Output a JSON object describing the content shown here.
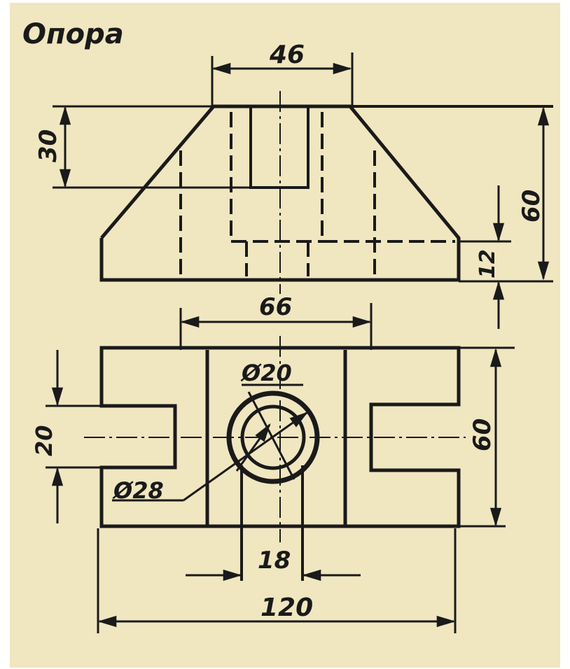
{
  "title": "Опора",
  "dimensions": {
    "top_width": "46",
    "height_upper": "30",
    "total_height": "60",
    "base_height": "12",
    "inner_width": "66",
    "hole_small": "Ø20",
    "hole_large": "Ø28",
    "slot_width": "20",
    "depth": "60",
    "slot_bottom": "18",
    "overall_length": "120"
  },
  "colors": {
    "paper": "#f0e6c0",
    "ink": "#1a1a1a"
  }
}
